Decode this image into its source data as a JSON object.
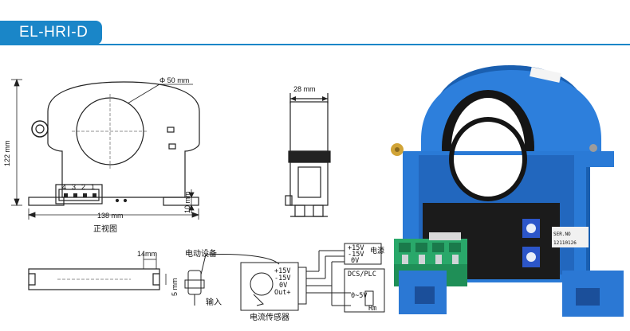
{
  "title": "EL-HRI-D",
  "front_view": {
    "diameter": "Φ 50 mm",
    "height": "122 mm",
    "width": "138 mm",
    "base": "10 mm",
    "pins": [
      "4",
      "3",
      "2",
      "1"
    ],
    "caption": "正视图"
  },
  "side_view": {
    "width": "28 mm"
  },
  "bottom_view": {
    "slot": "14mm",
    "thickness": "5 mm"
  },
  "wiring": {
    "device": "电动设备",
    "input": "输入",
    "sensor": "电流传感器",
    "terminals": [
      "+15V",
      "-15V",
      "0V",
      "Out+"
    ],
    "supply_label": "电源",
    "supply_terminals": [
      "+15V",
      "-15V",
      "0V"
    ],
    "dcs": "DCS/PLC",
    "range": "0~5V",
    "load": "Rm"
  },
  "product_label": {
    "ser": "SER.NO",
    "serial": "12110126"
  }
}
